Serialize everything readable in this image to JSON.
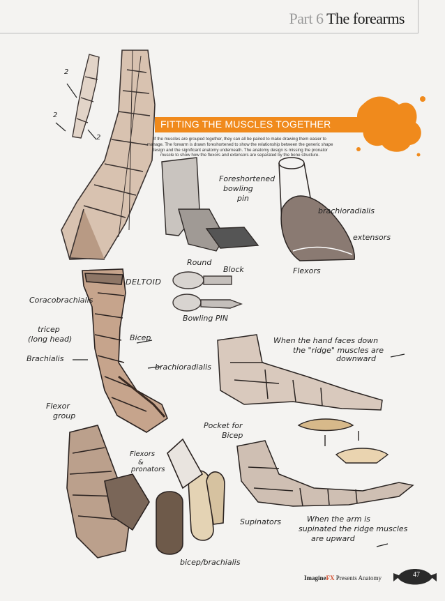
{
  "header": {
    "part": "Part 6",
    "topic": "The forearms"
  },
  "section": {
    "title": "FITTING THE MUSCLES TOGETHER",
    "intro": "If the muscles are grouped together, they can all be paired to make drawing them easier to manage. The forearm is drawn foreshortened to show the relationship between the generic shape design and the significant anatomy underneath. The anatomy design is missing the pronator muscle to show how the flexors and extensors are separated by the bone structure."
  },
  "sketch_labels": {
    "num_a": "2",
    "num_b": "2",
    "num_c": "2",
    "foreshortened_line1": "Foreshortened",
    "foreshortened_line2": "bowling",
    "foreshortened_line3": "pin",
    "brachioradialis_top": "brachioradialis",
    "extensors": "extensors",
    "flexors_top": "Flexors",
    "round": "Round",
    "block": "Block",
    "bowling_pin": "Bowling PIN",
    "deltoid": "DELTOID",
    "coracobrachialis": "Coracobrachialis",
    "tricep_line1": "tricep",
    "tricep_line2": "(long head)",
    "bicep": "Bicep",
    "brachialis": "Brachialis",
    "brachioradialis_mid": "brachioradialis",
    "hand_down_line1": "When the hand faces down",
    "hand_down_line2": "the \"ridge\" muscles are",
    "hand_down_line3": "downward",
    "flexor_group_line1": "Flexor",
    "flexor_group_line2": "group",
    "pocket_line1": "Pocket for",
    "pocket_line2": "Bicep",
    "flexors_pronators_line1": "Flexors",
    "flexors_pronators_line2": "&",
    "flexors_pronators_line3": "pronators",
    "supinators": "Supinators",
    "supinated_line1": "When the arm is",
    "supinated_line2": "supinated the ridge muscles",
    "supinated_line3": "are upward",
    "bicep_brachialis": "bicep/brachialis"
  },
  "footer": {
    "brand_main": "Imagine",
    "brand_fx": "FX",
    "presents": "Presents Anatomy",
    "page_number": "47"
  },
  "colors": {
    "accent_orange": "#f08a1c",
    "skin_tone": "#c9a58a",
    "shadow_tone": "#5a4a40"
  }
}
